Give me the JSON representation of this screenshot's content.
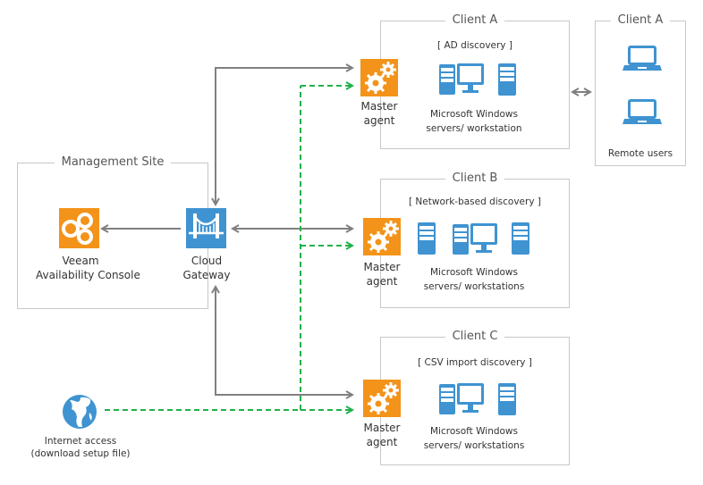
{
  "colors": {
    "orange": "#f39319",
    "blue": "#3f93d1",
    "gray_arrow": "#808080",
    "green_dashed": "#1fb24a",
    "border": "#c8c8c8"
  },
  "management_site": {
    "title": "Management Site",
    "console": {
      "icon": "veeam-console-icon",
      "label_line1": "Veeam",
      "label_line2": "Availability Console"
    },
    "gateway": {
      "icon": "cloud-gateway-bridge-icon",
      "label_line1": "Cloud",
      "label_line2": "Gateway"
    }
  },
  "internet": {
    "icon": "globe-icon",
    "label_line1": "Internet access",
    "label_line2": "(download setup file)"
  },
  "clients": [
    {
      "title": "Client A",
      "discovery": "[ AD discovery ]",
      "agent": {
        "icon": "gears-icon",
        "label_line1": "Master",
        "label_line2": "agent"
      },
      "machines_line1": "Microsoft Windows",
      "machines_line2": "servers/ workstation"
    },
    {
      "title": "Client B",
      "discovery": "[ Network-based discovery ]",
      "agent": {
        "icon": "gears-icon",
        "label_line1": "Master",
        "label_line2": "agent"
      },
      "machines_line1": "Microsoft Windows",
      "machines_line2": "servers/ workstations"
    },
    {
      "title": "Client C",
      "discovery": "[ CSV import discovery ]",
      "agent": {
        "icon": "gears-icon",
        "label_line1": "Master",
        "label_line2": "agent"
      },
      "machines_line1": "Microsoft Windows",
      "machines_line2": "servers/ workstations"
    }
  ],
  "remote": {
    "title": "Client A",
    "label": "Remote users"
  }
}
